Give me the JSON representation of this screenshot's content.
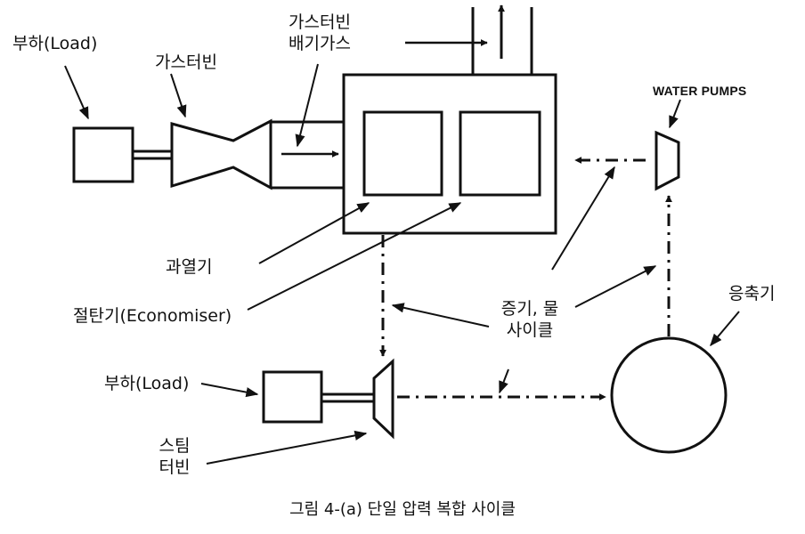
{
  "labels": {
    "load_top": "부하(Load)",
    "gas_turbine": "가스터빈",
    "gas_exhaust_1": "가스터빈",
    "gas_exhaust_2": "배기가스",
    "water_pumps": "WATER PUMPS",
    "superheater": "과열기",
    "economiser": "절탄기(Economiser)",
    "steam_water_1": "증기, 물",
    "steam_water_2": "사이클",
    "condenser": "응축기",
    "load_bottom": "부하(Load)",
    "steam_turbine_1": "스팀",
    "steam_turbine_2": "터빈"
  },
  "caption": "그림 4-(a) 단일 압력 복합 사이클",
  "colors": {
    "line": "#111111",
    "background": "#ffffff"
  }
}
